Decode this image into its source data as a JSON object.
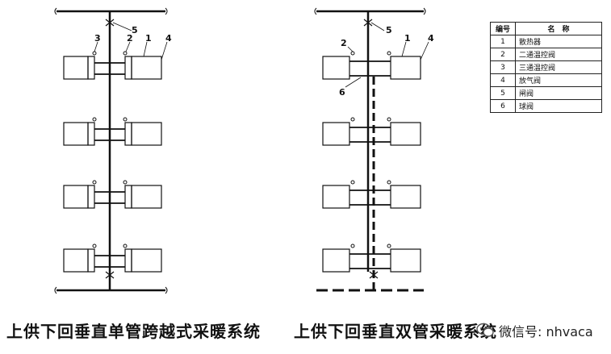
{
  "diagrams": [
    {
      "caption": "上供下回垂直单管跨越式采暖系统",
      "callouts": [
        "3",
        "5",
        "2",
        "1",
        "4"
      ]
    },
    {
      "caption": "上供下回垂直双管采暖系统",
      "callouts": [
        "2",
        "5",
        "1",
        "4",
        "6"
      ]
    }
  ],
  "legend": {
    "headers": [
      "编号",
      "名　称"
    ],
    "rows": [
      {
        "num": "1",
        "name": "散热器"
      },
      {
        "num": "2",
        "name": "二通温控阀"
      },
      {
        "num": "3",
        "name": "三通温控阀"
      },
      {
        "num": "4",
        "name": "放气阀"
      },
      {
        "num": "5",
        "name": "闸阀"
      },
      {
        "num": "6",
        "name": "球阀"
      }
    ]
  },
  "watermark": {
    "icon": "wechat-icon",
    "text": "微信号: nhvaca"
  }
}
